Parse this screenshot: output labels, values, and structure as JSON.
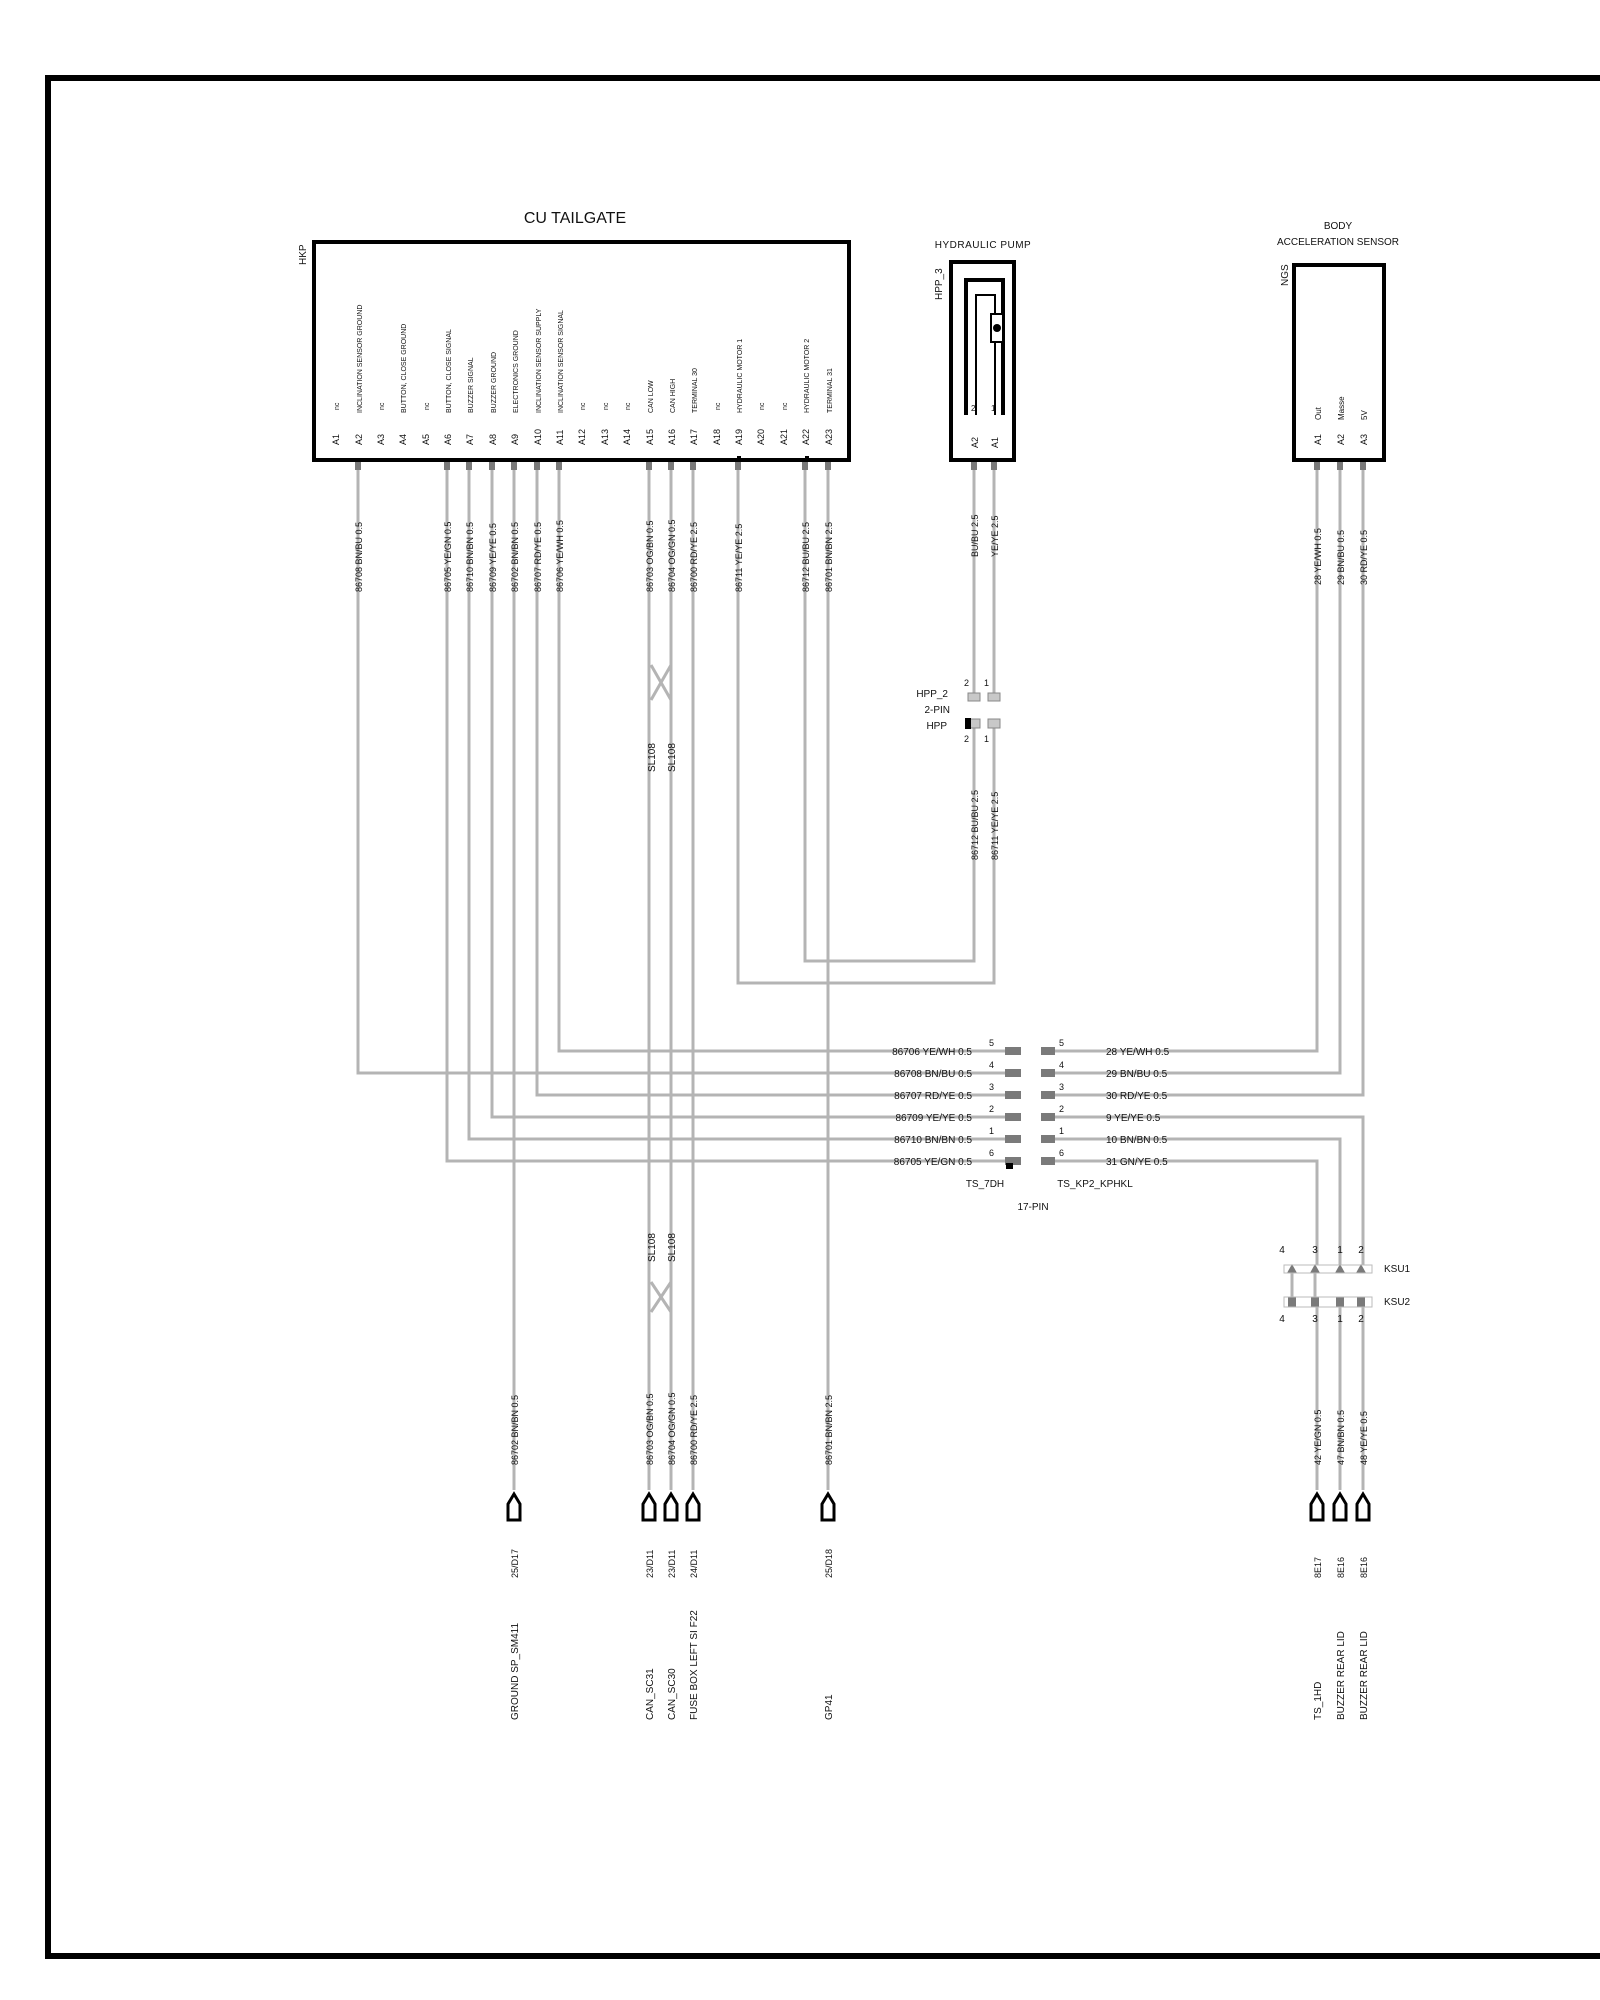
{
  "colors": {
    "wire": "#b4b4b4",
    "frame": "#000000",
    "pin": "#7a7a7a",
    "background": "#ffffff"
  },
  "cu_tailgate": {
    "title": "CU TAILGATE",
    "code": "HKP",
    "pins": [
      {
        "pin": "A1",
        "func": "nc"
      },
      {
        "pin": "A2",
        "func": "INCLINATION SENSOR GROUND",
        "wire": "86708 BN/BU 0.5"
      },
      {
        "pin": "A3",
        "func": "nc"
      },
      {
        "pin": "A4",
        "func": "BUTTON, CLOSE GROUND"
      },
      {
        "pin": "A5",
        "func": "nc"
      },
      {
        "pin": "A6",
        "func": "BUTTON, CLOSE SIGNAL",
        "wire": "86705 YE/GN 0.5"
      },
      {
        "pin": "A7",
        "func": "BUZZER SIGNAL",
        "wire": "86710 BN/BN 0.5"
      },
      {
        "pin": "A8",
        "func": "BUZZER GROUND",
        "wire": "86709 YE/YE 0.5"
      },
      {
        "pin": "A9",
        "func": "ELECTRONICS GROUND",
        "wire": "86702 BN/BN 0.5"
      },
      {
        "pin": "A10",
        "func": "INCLINATION SENSOR SUPPLY",
        "wire": "86707 RD/YE 0.5"
      },
      {
        "pin": "A11",
        "func": "INCLINATION SENSOR SIGNAL",
        "wire": "86706 YE/WH 0.5"
      },
      {
        "pin": "A12",
        "func": "nc"
      },
      {
        "pin": "A13",
        "func": "nc"
      },
      {
        "pin": "A14",
        "func": "nc"
      },
      {
        "pin": "A15",
        "func": "CAN LOW",
        "wire": "86703 OG/BN 0.5"
      },
      {
        "pin": "A16",
        "func": "CAN HIGH",
        "wire": "86704 OG/GN 0.5"
      },
      {
        "pin": "A17",
        "func": "TERMINAL 30",
        "wire": "86700 RD/YE 2.5"
      },
      {
        "pin": "A18",
        "func": "nc"
      },
      {
        "pin": "A19",
        "func": "HYDRAULIC MOTOR 1",
        "wire": "86711 YE/YE 2.5"
      },
      {
        "pin": "A20",
        "func": "nc"
      },
      {
        "pin": "A21",
        "func": "nc"
      },
      {
        "pin": "A22",
        "func": "HYDRAULIC MOTOR 2",
        "wire": "86712 BU/BU 2.5"
      },
      {
        "pin": "A23",
        "func": "TERMINAL 31",
        "wire": "86701 BN/BN 2.5"
      }
    ]
  },
  "hydraulic_pump": {
    "title": "HYDRAULIC PUMP",
    "code": "HPP_3",
    "pins": [
      {
        "pin": "A2",
        "num": "2",
        "wire": "BU/BU 2.5"
      },
      {
        "pin": "A1",
        "num": "1",
        "wire": "YE/YE 2.5"
      }
    ]
  },
  "hpp_connector": {
    "upper": "HPP_2",
    "type": "2-PIN",
    "lower": "HPP",
    "nums": [
      "2",
      "1"
    ],
    "wires_below": [
      "86712 BU/BU 2.5",
      "86711 YE/YE 2.5"
    ]
  },
  "body_sensor": {
    "title_1": "BODY",
    "title_2": "ACCELERATION SENSOR",
    "code": "NGS",
    "pins": [
      {
        "pin": "A1",
        "func": "Out",
        "wire": "28 YE/WH 0.5"
      },
      {
        "pin": "A2",
        "func": "Masse",
        "wire": "29 BN/BU 0.5"
      },
      {
        "pin": "A3",
        "func": "5V",
        "wire": "30 RD/YE 0.5"
      }
    ]
  },
  "splice": {
    "label": "SL108"
  },
  "ts_connector": {
    "left_label": "TS_7DH",
    "right_label": "TS_KP2_KPHKL",
    "type": "17-PIN",
    "rows": [
      {
        "left_wire": "86706 YE/WH 0.5",
        "left_num": "5",
        "right_num": "5",
        "right_wire": "28 YE/WH 0.5"
      },
      {
        "left_wire": "86708 BN/BU 0.5",
        "left_num": "4",
        "right_num": "4",
        "right_wire": "29 BN/BU 0.5"
      },
      {
        "left_wire": "86707 RD/YE 0.5",
        "left_num": "3",
        "right_num": "3",
        "right_wire": "30 RD/YE 0.5"
      },
      {
        "left_wire": "86709 YE/YE 0.5",
        "left_num": "2",
        "right_num": "2",
        "right_wire": "9 YE/YE 0.5"
      },
      {
        "left_wire": "86710 BN/BN 0.5",
        "left_num": "1",
        "right_num": "1",
        "right_wire": "10 BN/BN 0.5"
      },
      {
        "left_wire": "86705 YE/GN 0.5",
        "left_num": "6",
        "right_num": "6",
        "right_wire": "31 GN/YE 0.5"
      }
    ]
  },
  "ksu": {
    "upper": "KSU1",
    "lower": "KSU2",
    "upper_nums": [
      "4",
      "3",
      "1",
      "2"
    ],
    "lower_nums": [
      "4",
      "3",
      "1",
      "2"
    ]
  },
  "bottom_wires": [
    {
      "wire": "86702 BN/BN 0.5"
    },
    {
      "wire": "86703 OG/BN 0.5"
    },
    {
      "wire": "86704 OG/GN 0.5"
    },
    {
      "wire": "86700 RD/YE 2.5"
    },
    {
      "wire": "86701 BN/BN 2.5"
    },
    {
      "wire": "42 YE/GN 0.5"
    },
    {
      "wire": "47 BN/BN 0.5"
    },
    {
      "wire": "48 YE/YE 0.5"
    }
  ],
  "terminals": [
    {
      "ref": "25/D17",
      "dest": "GROUND SP_SM411"
    },
    {
      "ref": "23/D11",
      "dest": "CAN_SC31"
    },
    {
      "ref": "23/D11",
      "dest": "CAN_SC30"
    },
    {
      "ref": "24/D11",
      "dest": "FUSE BOX LEFT SI F22"
    },
    {
      "ref": "25/D18",
      "dest": "GP41"
    },
    {
      "ref": "8E17",
      "dest": "TS_1HD"
    },
    {
      "ref": "8E16",
      "dest": "BUZZER REAR LID"
    },
    {
      "ref": "8E16",
      "dest": "BUZZER REAR LID"
    }
  ]
}
